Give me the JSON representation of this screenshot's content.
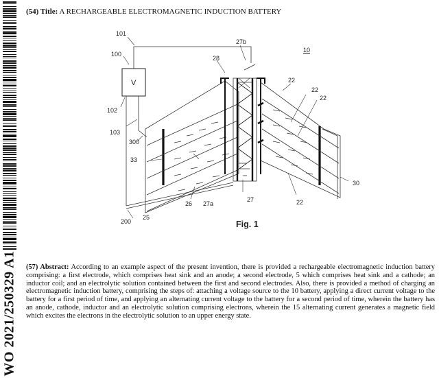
{
  "side": {
    "publication_number": "WO 2021/250329 A1"
  },
  "title": {
    "label": "(54) Title:",
    "text": "A RECHARGEABLE ELECTROMAGNETIC INDUCTION BATTERY"
  },
  "figure": {
    "caption": "Fig. 1",
    "reference_numerals": [
      "101",
      "27b",
      "10",
      "100",
      "28",
      "V",
      "22",
      "22",
      "22",
      "102",
      "103",
      "300",
      "33",
      "26",
      "27a",
      "27",
      "22",
      "30",
      "200",
      "25"
    ]
  },
  "abstract": {
    "label": "(57) Abstract:",
    "text": "According to an example aspect of the present invention, there is provided a rechargeable electromagnetic induction battery comprising: a first electrode, which comprises heat sink and an anode; a second electrode, 5 which comprises heat sink and a cathode; an inductor coil; and an electrolytic solution contained between the first and second electrodes. Also, there is provided a method of charging an electromagnetic induction battery, comprising the steps of: attaching a voltage source to the 10 battery, applying a direct current voltage to the battery for a first period of time, and applying an alternating current voltage to the battery for a second period of time, wherein the battery has an anode, cathode, inductor and an electrolytic solution comprising electrons, wherein the 15 alternating current generates a magnetic field which excites the electrons in the electrolytic solution to an upper energy state."
  }
}
